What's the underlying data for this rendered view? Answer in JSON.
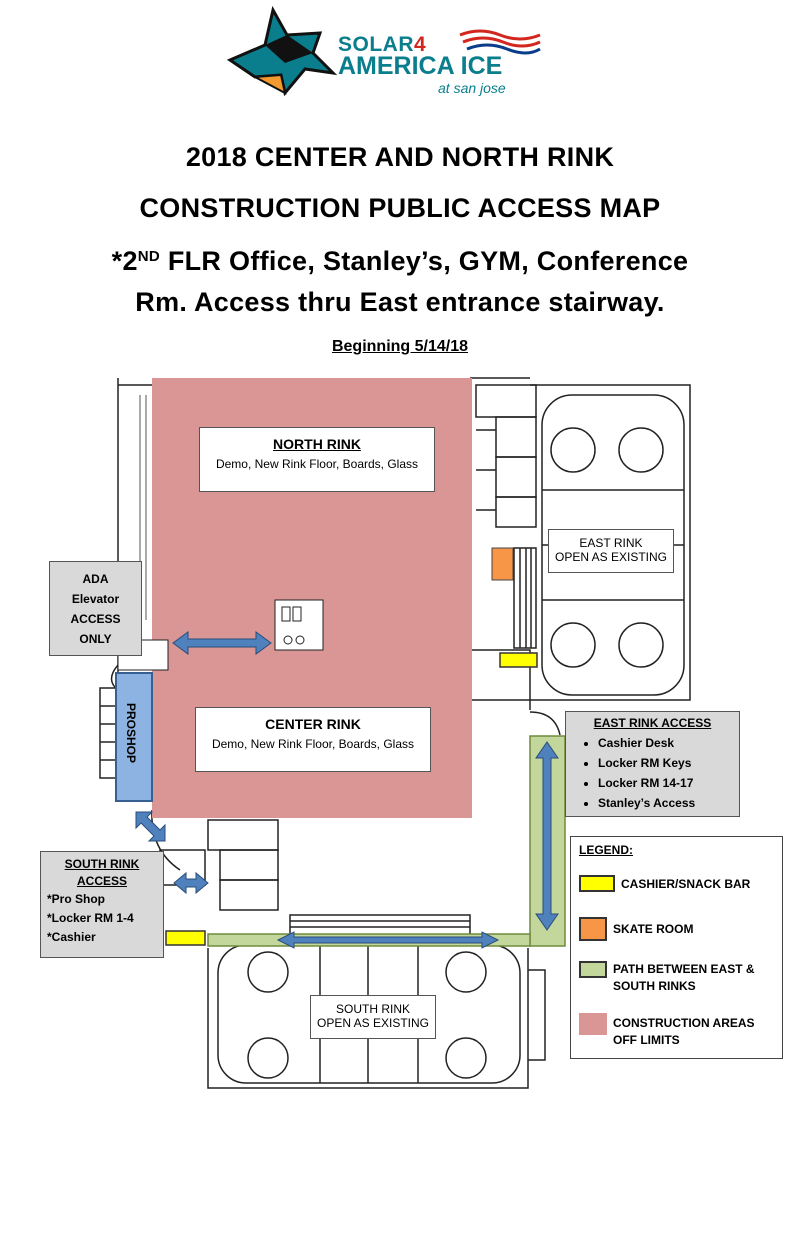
{
  "header": {
    "logo_line1": "SOLAR",
    "logo_num": "4",
    "logo_line2": "AMERICA ICE",
    "logo_line3": "at san jose",
    "title_line1": "2018 CENTER AND NORTH RINK",
    "title_line2": "CONSTRUCTION PUBLIC ACCESS MAP",
    "title_line3_prefix": "*2",
    "title_line3_sup": "ND",
    "title_line3_rest": " FLR Office, Stanley’s, GYM, Conference",
    "title_line4": "Rm. Access thru East entrance stairway.",
    "subtitle": "Beginning 5/14/18"
  },
  "map": {
    "north": {
      "heading": "NORTH RINK",
      "text": "Demo, New Rink Floor, Boards, Glass"
    },
    "center": {
      "heading": "CENTER RINK",
      "text": "Demo, New Rink Floor, Boards, Glass"
    },
    "east": {
      "line1": "EAST RINK",
      "line2": "OPEN AS EXISTING"
    },
    "south": {
      "line1": "SOUTH RINK",
      "line2": "OPEN AS EXISTING"
    },
    "proshop": "PROSHOP",
    "ada": {
      "l1": "ADA",
      "l2": "Elevator",
      "l3": "ACCESS",
      "l4": "ONLY"
    },
    "east_access": {
      "heading": "EAST RINK ACCESS",
      "items": [
        "Cashier Desk",
        "Locker RM Keys",
        "Locker RM 14-17",
        "Stanley’s Access"
      ]
    },
    "south_access": {
      "heading1": "SOUTH RINK",
      "heading2": "ACCESS",
      "items": [
        "*Pro Shop",
        "*Locker RM 1-4",
        "*Cashier"
      ]
    },
    "legend": {
      "heading": "LEGEND:",
      "items": [
        {
          "label": "CASHIER/SNACK BAR",
          "color": "#ffff00"
        },
        {
          "label": "SKATE ROOM",
          "color": "#f79646"
        },
        {
          "label": "PATH BETWEEN EAST & SOUTH RINKS",
          "color": "#c3d69b"
        },
        {
          "label": "CONSTRUCTION AREAS OFF LIMITS",
          "color": "#d99694"
        }
      ]
    }
  },
  "colors": {
    "construction": "#d99694",
    "path": "#c3d69b",
    "skate_room": "#f79646",
    "cashier": "#ffff00",
    "arrow": "#4f81bd",
    "proshop": "#8db3e2"
  }
}
